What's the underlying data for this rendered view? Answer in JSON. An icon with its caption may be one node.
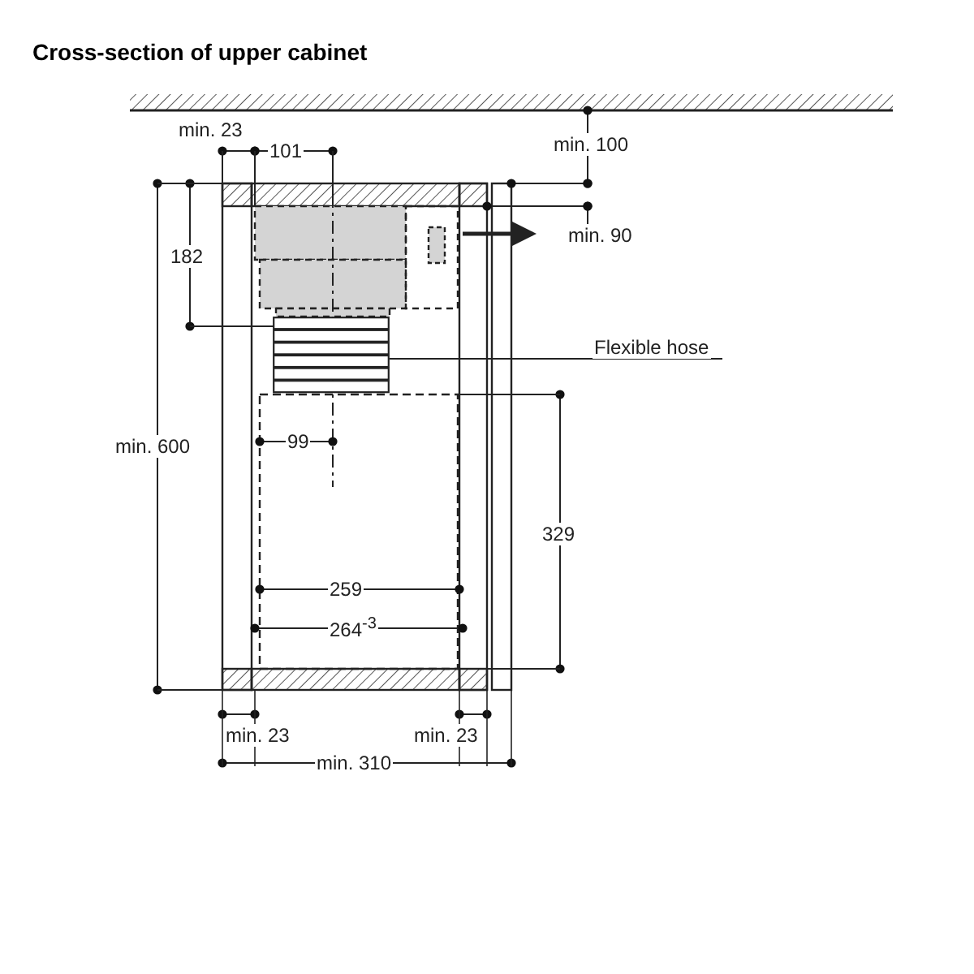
{
  "diagram": {
    "title": "Cross-section of upper cabinet",
    "nodes": [
      {
        "text": [
          "Flexible hose"
        ]
      },
      {
        "text": [],
        "shape": "picture"
      }
    ],
    "edges": [
      {
        "from": 0,
        "to": 1,
        "arrow": "none"
      }
    ],
    "labels": [
      "min. 23",
      "101",
      "min. 100",
      "182",
      "min. 90",
      "min. 600",
      "99",
      "329",
      "259",
      "264$^{-3}$",
      "min. 23",
      "min. 23",
      "min. 310"
    ]
  }
}
